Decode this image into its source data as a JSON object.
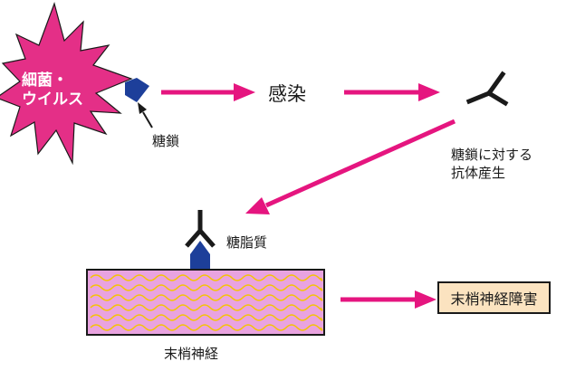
{
  "nodes": {
    "pathogen": {
      "line1": "細菌・",
      "line2": "ウイルス"
    },
    "sugar_chain": "糖鎖",
    "infection": "感染",
    "antibody": {
      "line1": "糖鎖に対する",
      "line2": "抗体産生"
    },
    "glycolipid": "糖脂質",
    "nerve": "末梢神経",
    "disorder": "末梢神経障害"
  },
  "colors": {
    "arrow": "#e5157f",
    "starburst": "#e42f87",
    "glycan": "#1d3f9a",
    "nerve_fill": "#e9a3e0",
    "nerve_wave": "#f5c400",
    "box_fill": "#fbe3c0",
    "outline": "#1a1a1a"
  }
}
